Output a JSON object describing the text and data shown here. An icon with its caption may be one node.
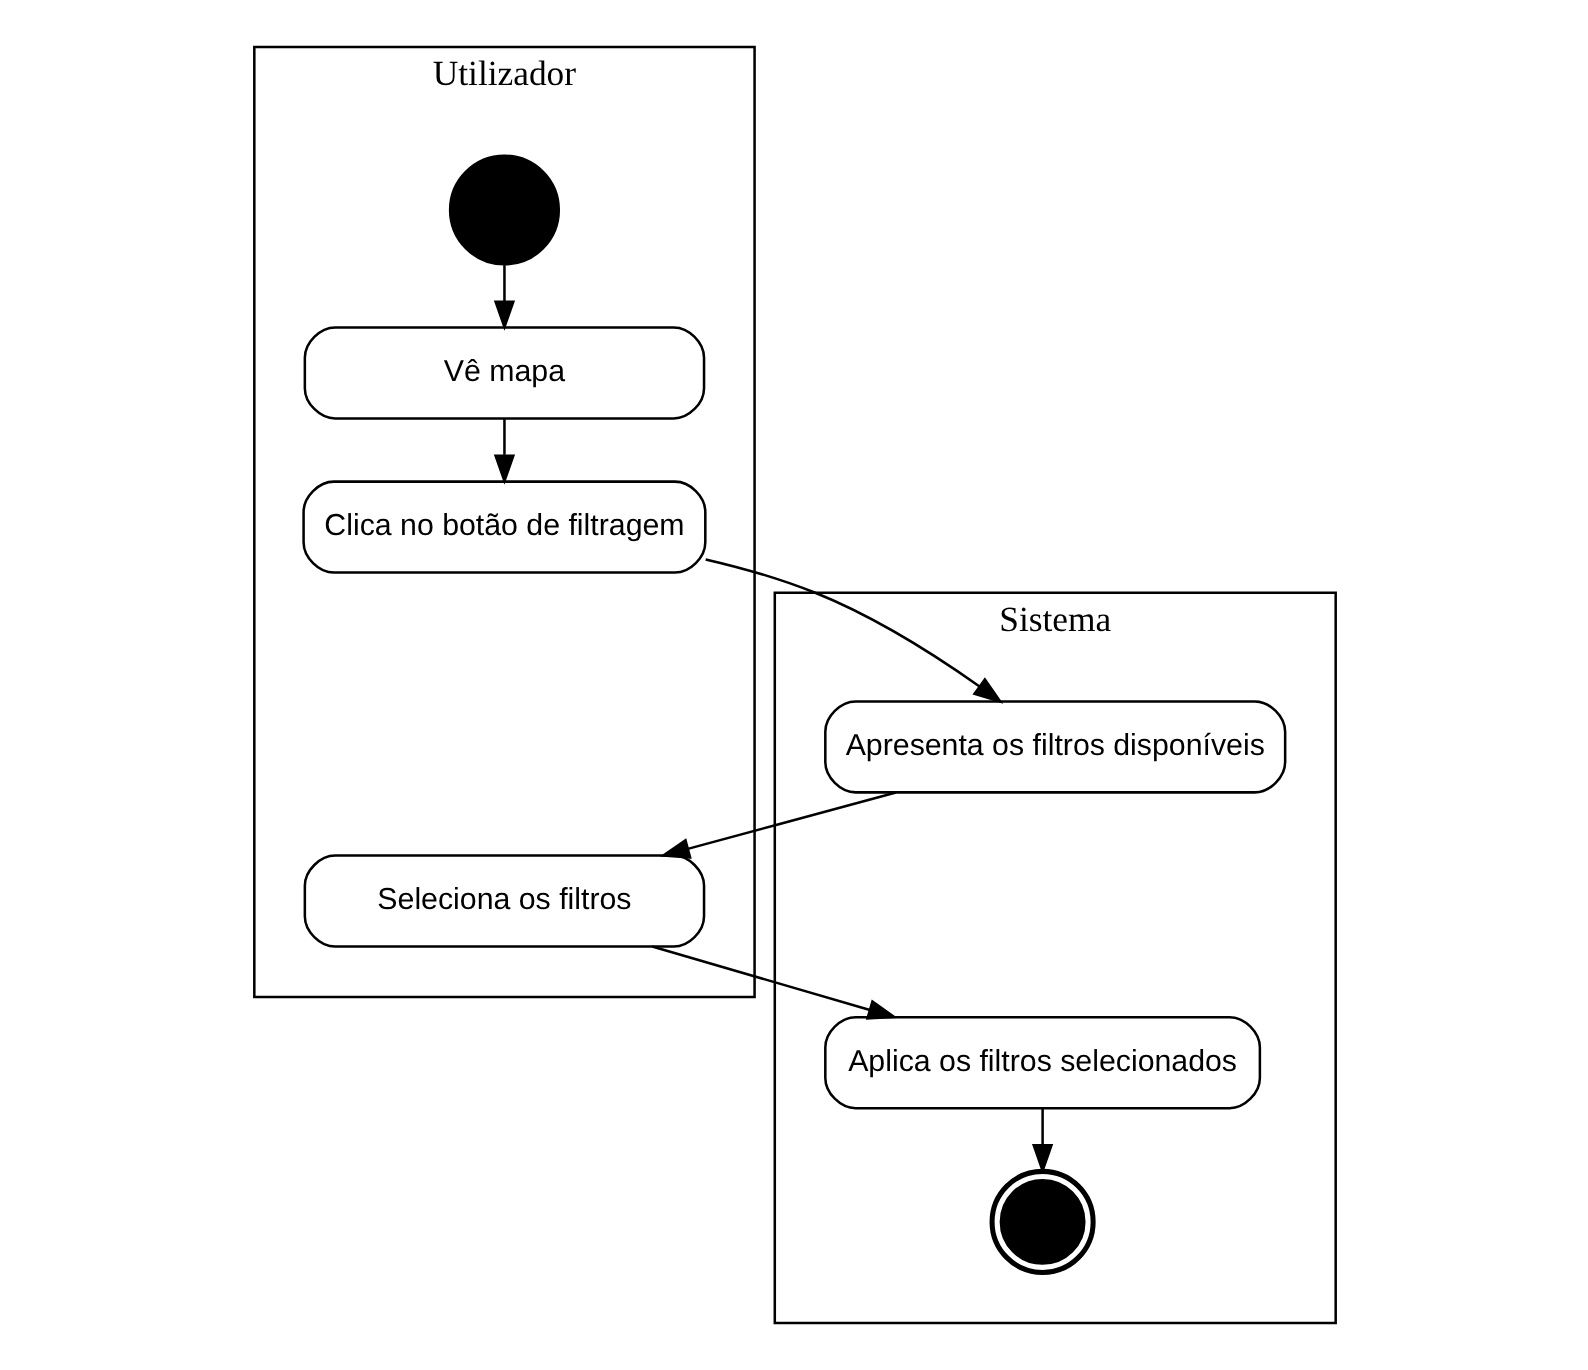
{
  "diagram": {
    "nodes": [
      {
        "text": [
          "Utilizador"
        ]
      },
      {
        "text": [
          "Sistema"
        ]
      },
      {
        "text": [],
        "shape": "circle",
        "in": 0
      },
      {
        "text": [
          "Vê mapa"
        ],
        "in": 0
      },
      {
        "text": [
          "Clica no botão de filtragem"
        ],
        "in": 0
      },
      {
        "text": [
          "Apresenta os filtros disponíveis"
        ],
        "in": 1
      },
      {
        "text": [
          "Seleciona os filtros"
        ],
        "in": 0
      },
      {
        "text": [
          "Aplica os filtros selecionados"
        ],
        "in": 1
      },
      {
        "text": [],
        "shape": "circle",
        "in": 1
      }
    ],
    "edges": [
      {
        "from": 2,
        "to": 3,
        "arrow": "to"
      },
      {
        "from": 3,
        "to": 4,
        "arrow": "to"
      },
      {
        "from": 4,
        "to": 5,
        "arrow": "to"
      },
      {
        "from": 5,
        "to": 6,
        "arrow": "to"
      },
      {
        "from": 6,
        "to": 7,
        "arrow": "to"
      },
      {
        "from": 7,
        "to": 8,
        "arrow": "to"
      }
    ]
  }
}
